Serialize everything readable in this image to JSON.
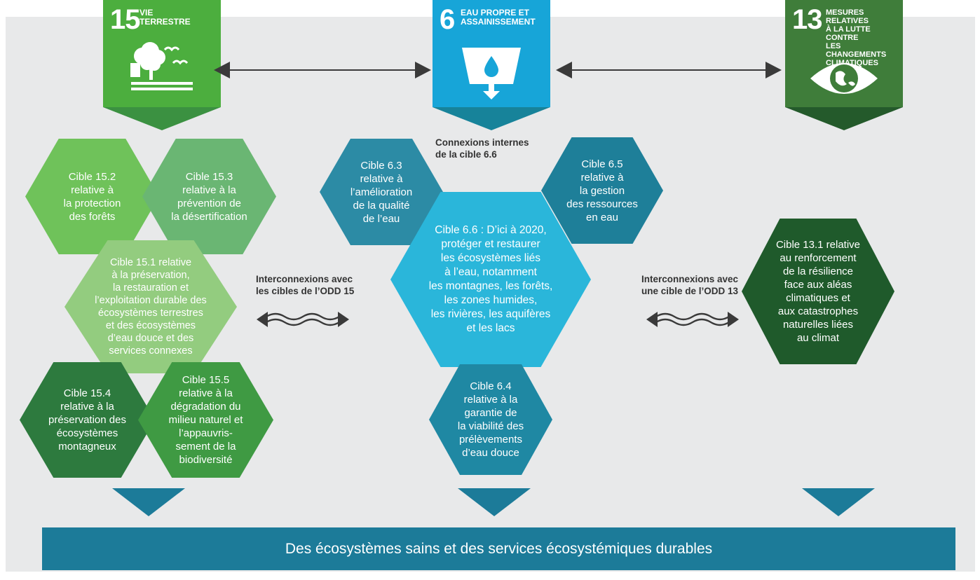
{
  "colors": {
    "backdrop": "#e8e9ea",
    "sdg15": "#4cae3e",
    "sdg6": "#17a5d8",
    "sdg13": "#3f7d3a",
    "banner": "#1c7b99",
    "arrow": "#3a3a3a"
  },
  "goals": [
    {
      "number": "15",
      "title": "VIE\nTERRESTRE",
      "icon": "tree-birds-icon"
    },
    {
      "number": "6",
      "title": "EAU PROPRE ET\nASSAINISSEMENT",
      "icon": "water-glass-icon"
    },
    {
      "number": "13",
      "title": "MESURES RELATIVES\nÀ LA LUTTE CONTRE\nLES CHANGEMENTS\nCLIMATIQUES",
      "icon": "eye-globe-icon"
    }
  ],
  "targets_15": {
    "t152": "Cible 15.2\nrelative à\nla protection\ndes forêts",
    "t153": "Cible 15.3\nrelative à la\nprévention de\nla désertification",
    "t151": "Cible 15.1 relative\nà la préservation,\nla restauration et\nl’exploitation durable des\nécosystèmes terrestres\net des écosystèmes\nd’eau douce et des\nservices connexes",
    "t154": "Cible 15.4\nrelative à la\npréservation des\nécosystèmes\nmontagneux",
    "t155": "Cible 15.5\nrelative à la\ndégradation du\nmilieu naturel et\nl’appauvris-\nsement de la\nbiodiversité"
  },
  "targets_6": {
    "internal_label": "Connexions internes\nde la cible 6.6",
    "t63": "Cible 6.3\nrelative à\nl’amélioration\nde la qualité\nde l’eau",
    "t65": "Cible 6.5\nrelative à\nla gestion\ndes ressources\nen eau",
    "t66": "Cible 6.6 : D’ici à 2020,\nprotéger et restaurer\nles écosystèmes liés\nà l’eau, notamment\nles montagnes, les forêts,\nles zones humides,\nles rivières, les aquifères\net les lacs",
    "t64": "Cible 6.4\nrelative à la\ngarantie de\nla viabilité des\nprélèvements\nd’eau douce"
  },
  "targets_13": {
    "t131": "Cible 13.1 relative\nau renforcement\nde la résilience\nface aux aléas\nclimatiques et\naux catastrophes\nnaturelles liées\nau climat"
  },
  "links": {
    "odd15": "Interconnexions avec\nles cibles de l’ODD 15",
    "odd13": "Interconnexions avec\nune cible de l’ODD 13"
  },
  "banner": "Des écosystèmes sains et des services écosystémiques durables"
}
